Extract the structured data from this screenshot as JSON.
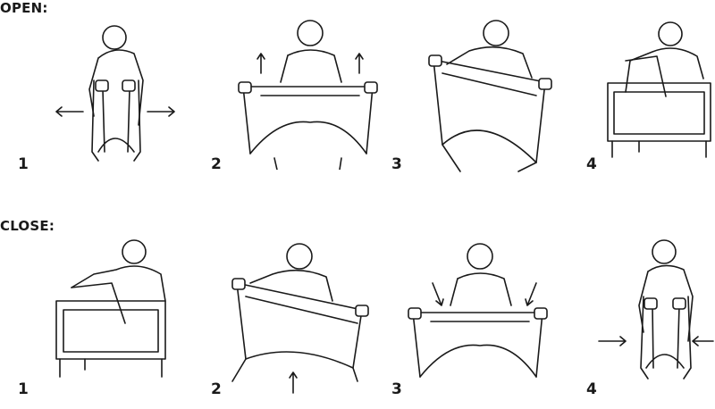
{
  "sections": [
    {
      "title": "OPEN:",
      "steps": [
        "1",
        "2",
        "3",
        "4"
      ]
    },
    {
      "title": "CLOSE:",
      "steps": [
        "1",
        "2",
        "3",
        "4"
      ]
    }
  ]
}
